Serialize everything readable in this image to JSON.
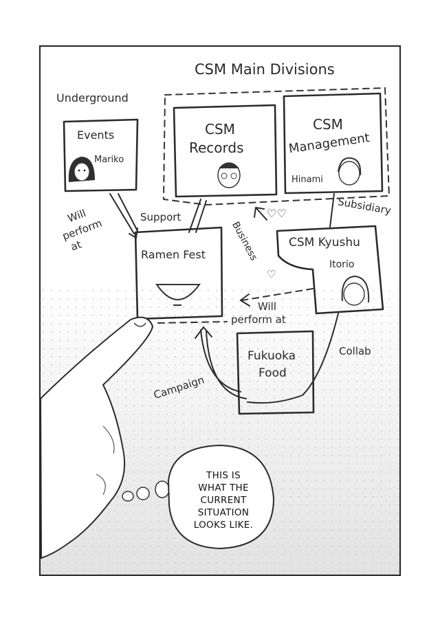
{
  "title": "CSM Main Divisions",
  "nodes": {
    "events": {
      "label": "Events",
      "person": "Mariko"
    },
    "records": {
      "line1": "CSM",
      "line2": "Records"
    },
    "management": {
      "line1": "CSM",
      "line2": "Management",
      "person": "Hinami"
    },
    "kyushu": {
      "label": "CSM Kyushu",
      "person": "Itorio"
    },
    "ramen": {
      "label": "Ramen Fest"
    },
    "fukuoka": {
      "line1": "Fukuoka",
      "line2": "Food"
    }
  },
  "labels": {
    "underground": "Underground",
    "will_perform_1": "Will",
    "will_perform_2": "perform",
    "will_perform_3": "at",
    "support": "Support",
    "business": "Business",
    "subsidiary": "Subsidiary",
    "will_perform_b1": "Will",
    "will_perform_b2": "perform at",
    "collab": "Collab",
    "campaign": "Campaign"
  },
  "speech": {
    "lines": [
      "THIS IS",
      "WHAT THE",
      "CURRENT",
      "SITUATION",
      "LOOKS LIKE."
    ]
  },
  "colors": {
    "ink": "#2b2b2b",
    "paper": "#ffffff",
    "tone": "#e2e2e2"
  }
}
